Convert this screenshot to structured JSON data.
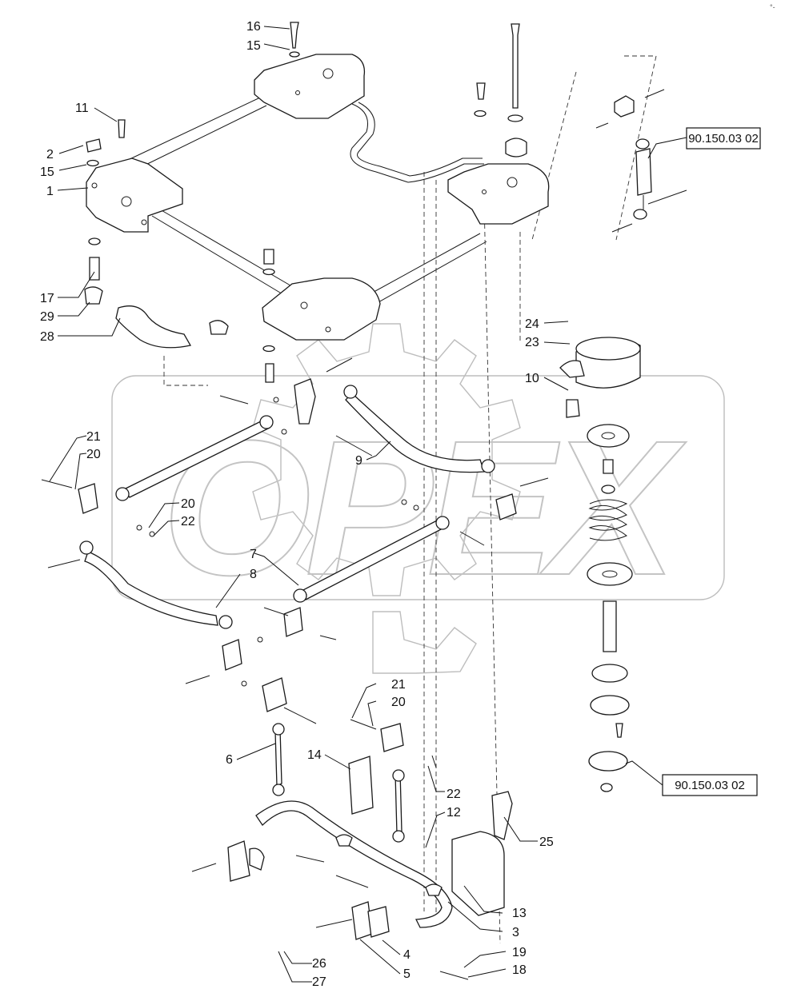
{
  "diagram": {
    "corner_mark": "°- ",
    "watermark": "OPEX",
    "callouts": [
      {
        "n": "16"
      },
      {
        "n": "15"
      },
      {
        "n": "11"
      },
      {
        "n": "2"
      },
      {
        "n": "15"
      },
      {
        "n": "1"
      },
      {
        "n": "17"
      },
      {
        "n": "29"
      },
      {
        "n": "28"
      },
      {
        "n": "24"
      },
      {
        "n": "23"
      },
      {
        "n": "10"
      },
      {
        "n": "21"
      },
      {
        "n": "20"
      },
      {
        "n": "9"
      },
      {
        "n": "20"
      },
      {
        "n": "22"
      },
      {
        "n": "7"
      },
      {
        "n": "8"
      },
      {
        "n": "21"
      },
      {
        "n": "20"
      },
      {
        "n": "6"
      },
      {
        "n": "14"
      },
      {
        "n": "22"
      },
      {
        "n": "12"
      },
      {
        "n": "25"
      },
      {
        "n": "13"
      },
      {
        "n": "3"
      },
      {
        "n": "19"
      },
      {
        "n": "4"
      },
      {
        "n": "26"
      },
      {
        "n": "5"
      },
      {
        "n": "27"
      },
      {
        "n": "18"
      }
    ],
    "references": [
      {
        "text": "90.150.03 02"
      },
      {
        "text": "90.150.03 02"
      }
    ]
  }
}
